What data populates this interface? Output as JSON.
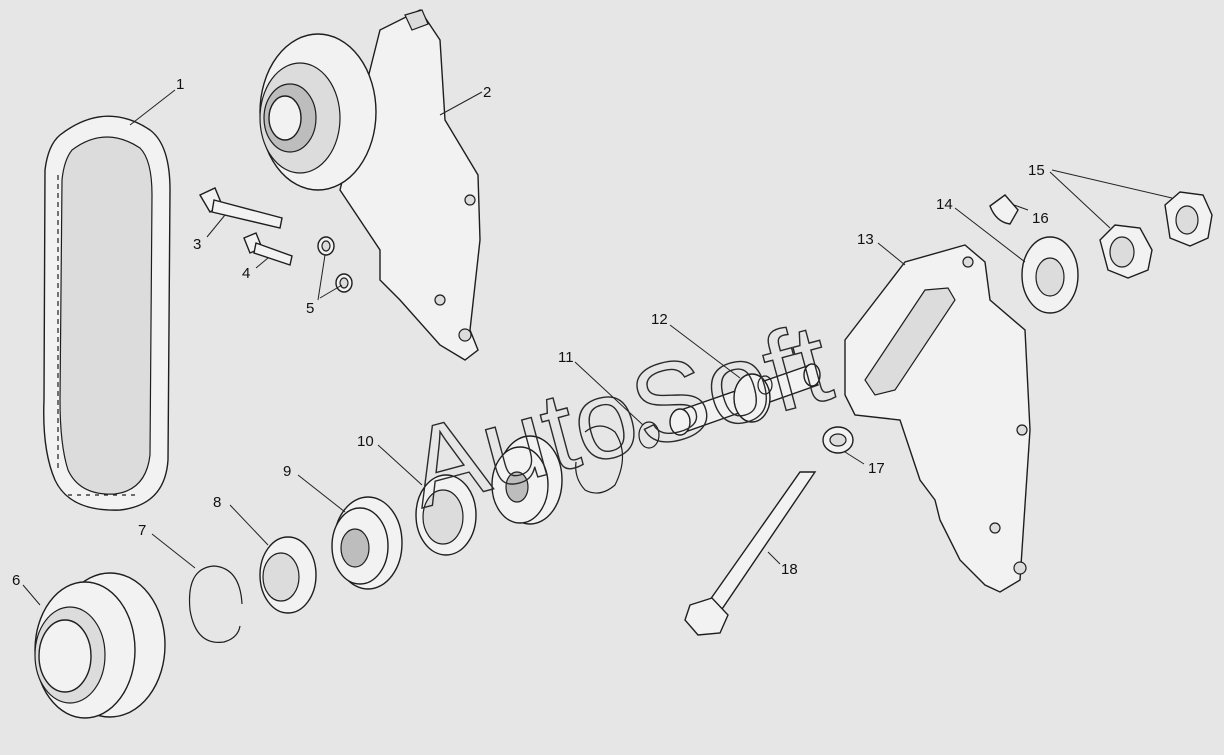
{
  "diagram": {
    "background_color": "#e6e6e6",
    "watermark": "AutoSoft",
    "callouts": [
      "1",
      "2",
      "3",
      "4",
      "5",
      "6",
      "7",
      "8",
      "9",
      "10",
      "11",
      "12",
      "13",
      "14",
      "15",
      "16",
      "17",
      "18"
    ]
  }
}
